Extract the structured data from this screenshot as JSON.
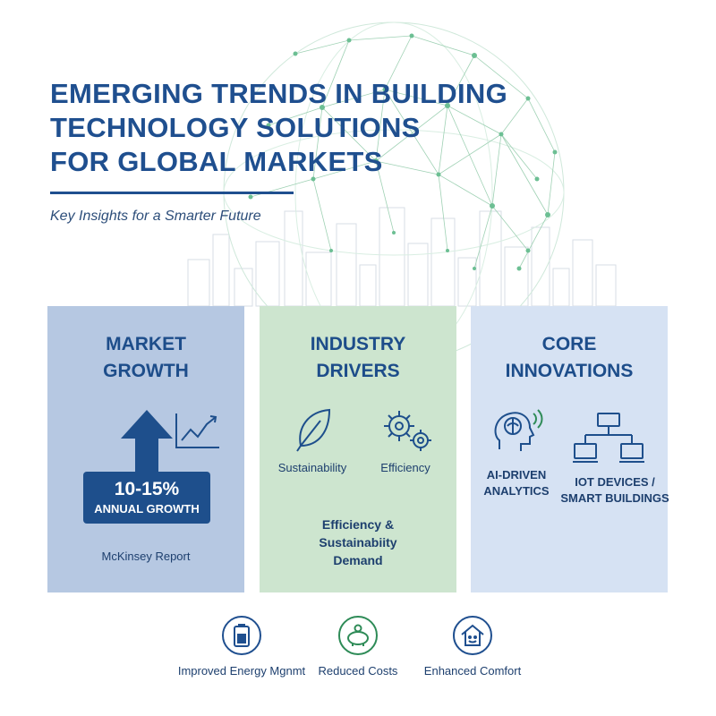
{
  "header": {
    "title_lines": [
      "EMERGING TRENDS IN BUILDING",
      "TECHNOLOGY  SOLUTIONS",
      "FOR GLOBAL MARKETS"
    ],
    "subtitle": "Key Insights for a Smarter Future"
  },
  "panels": {
    "market": {
      "title_lines": [
        "MARKET",
        "GROWTH"
      ],
      "stat_value": "10-15%",
      "stat_label": "ANNUAL GROWTH",
      "source": "McKinsey Report",
      "background": "#b6c8e2"
    },
    "drivers": {
      "title_lines": [
        "INDUSTRY",
        "DRIVERS"
      ],
      "items": [
        "Sustainability",
        "Efficiency"
      ],
      "summary_lines": [
        "Efficiency &",
        "Sustainabiity",
        "Demand"
      ],
      "background": "#cde5cf"
    },
    "innovations": {
      "title_lines": [
        "CORE",
        "INNOVATIONS"
      ],
      "items": [
        {
          "lines": [
            "AI-DRIVEN",
            "ANALYTICS"
          ],
          "icon": "brain-icon"
        },
        {
          "lines": [
            "IOT DEVICES /",
            "SMART BUILDINGS"
          ],
          "icon": "network-icon"
        }
      ],
      "background": "#d6e2f3"
    }
  },
  "benefits": [
    {
      "label": "Improved Energy Mgnmt",
      "icon": "battery-icon"
    },
    {
      "label": "Reduced Costs",
      "icon": "piggy-bank-icon"
    },
    {
      "label": "Enhanced Comfort",
      "icon": "home-icon"
    }
  ],
  "colors": {
    "primary": "#1f4f8f",
    "accent_green": "#2e8b57",
    "globe_green": "#5fb38a"
  }
}
